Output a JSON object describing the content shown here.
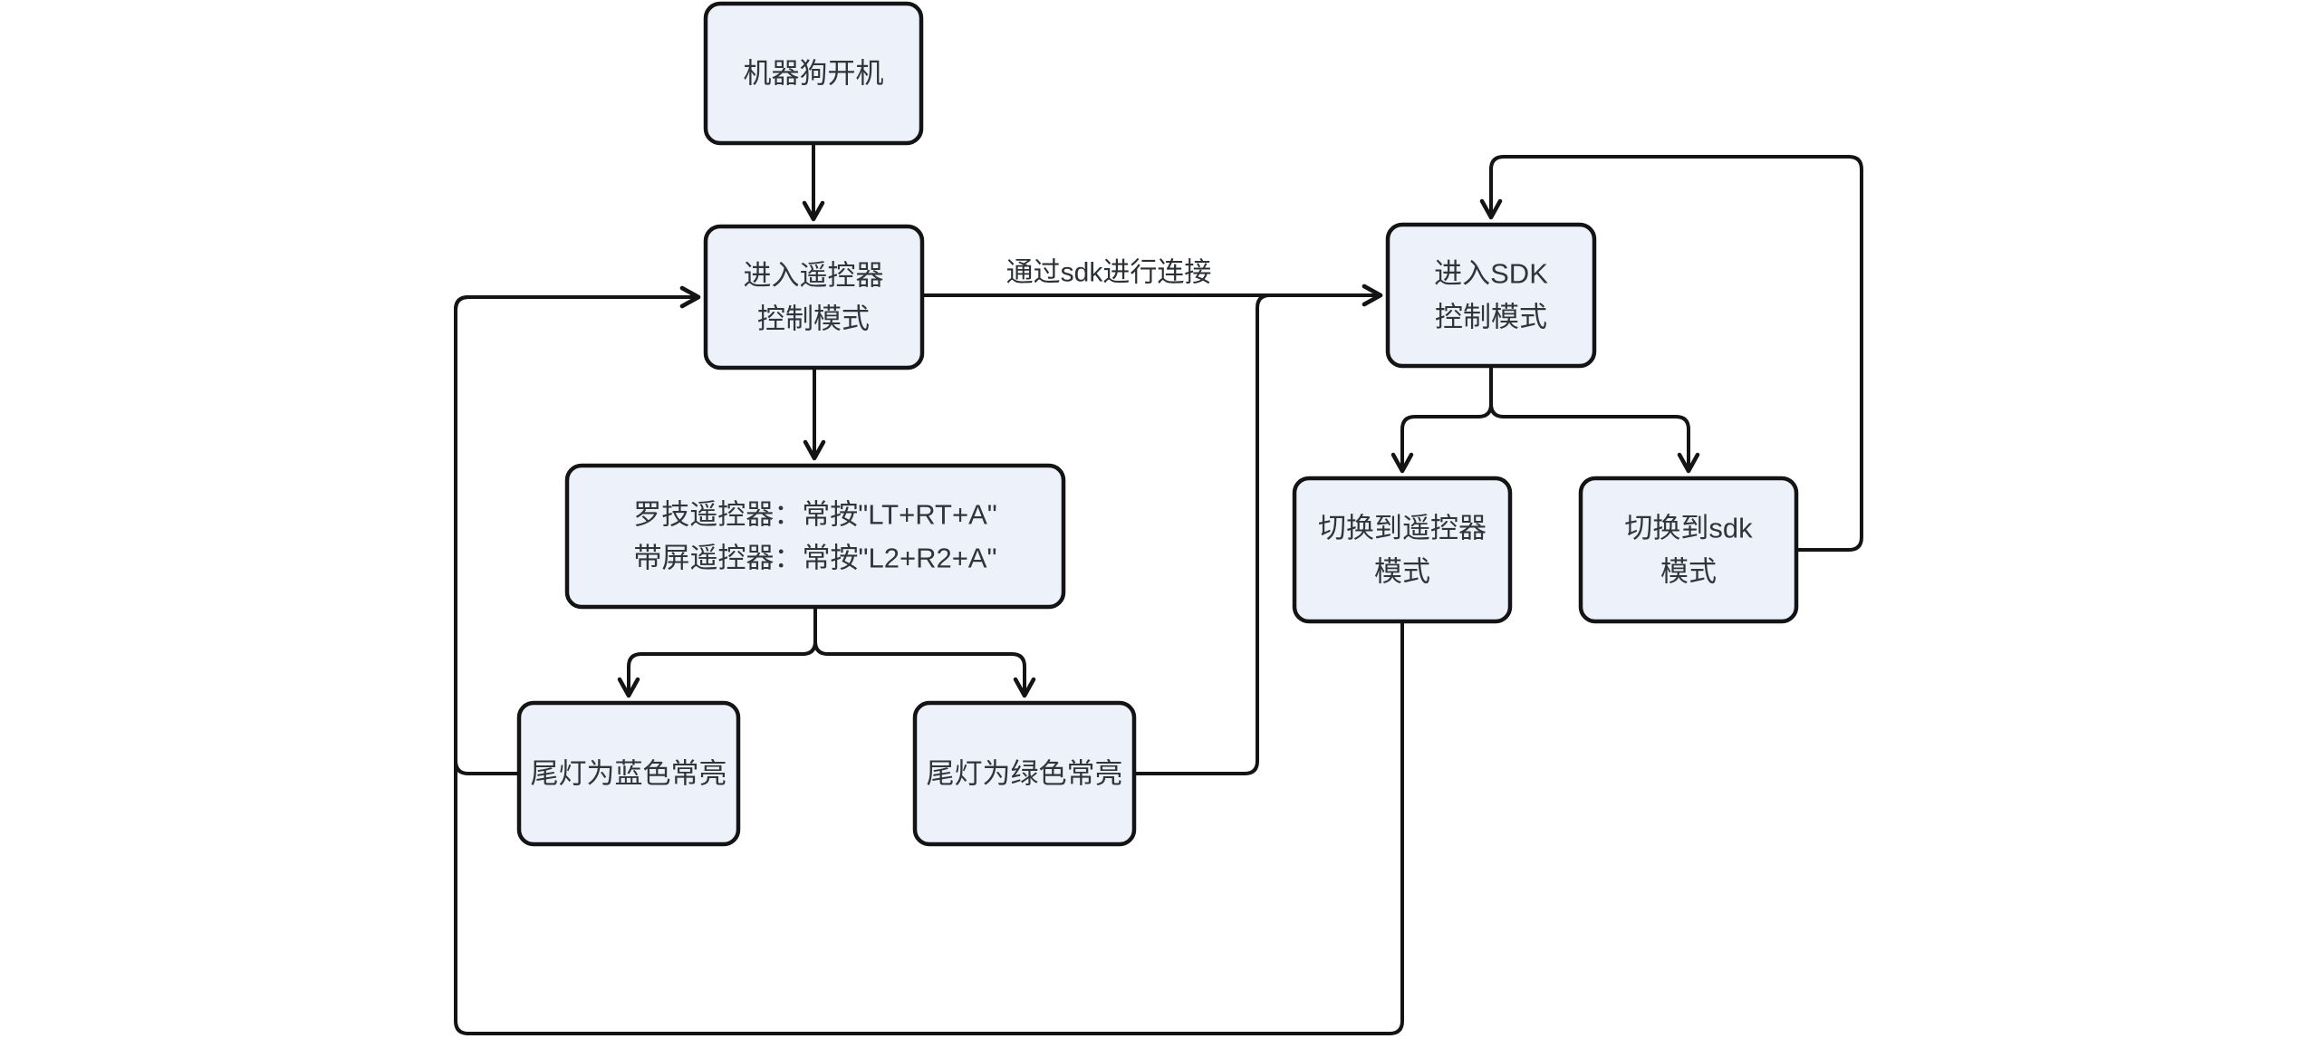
{
  "diagram": {
    "title": "robot-dog-control-mode-flowchart",
    "colors": {
      "background": "#ffffff",
      "node_fill": "#ECF1FA",
      "node_border": "#141414",
      "edge_stroke": "#141414",
      "text": "#30353c"
    },
    "nodes": {
      "power_on": {
        "label": "机器狗开机"
      },
      "remote_mode": {
        "line1": "进入遥控器",
        "line2": "控制模式"
      },
      "sdk_mode": {
        "line1": "进入SDK",
        "line2": "控制模式"
      },
      "button_combo": {
        "line1": "罗技遥控器：常按\"LT+RT+A\"",
        "line2": "带屏遥控器：常按\"L2+R2+A\""
      },
      "tail_blue": {
        "label": "尾灯为蓝色常亮"
      },
      "tail_green": {
        "label": "尾灯为绿色常亮"
      },
      "switch_remote": {
        "line1": "切换到遥控器",
        "line2": "模式"
      },
      "switch_sdk": {
        "line1": "切换到sdk",
        "line2": "模式"
      }
    },
    "edge_labels": {
      "sdk_connect": "通过sdk进行连接"
    }
  }
}
